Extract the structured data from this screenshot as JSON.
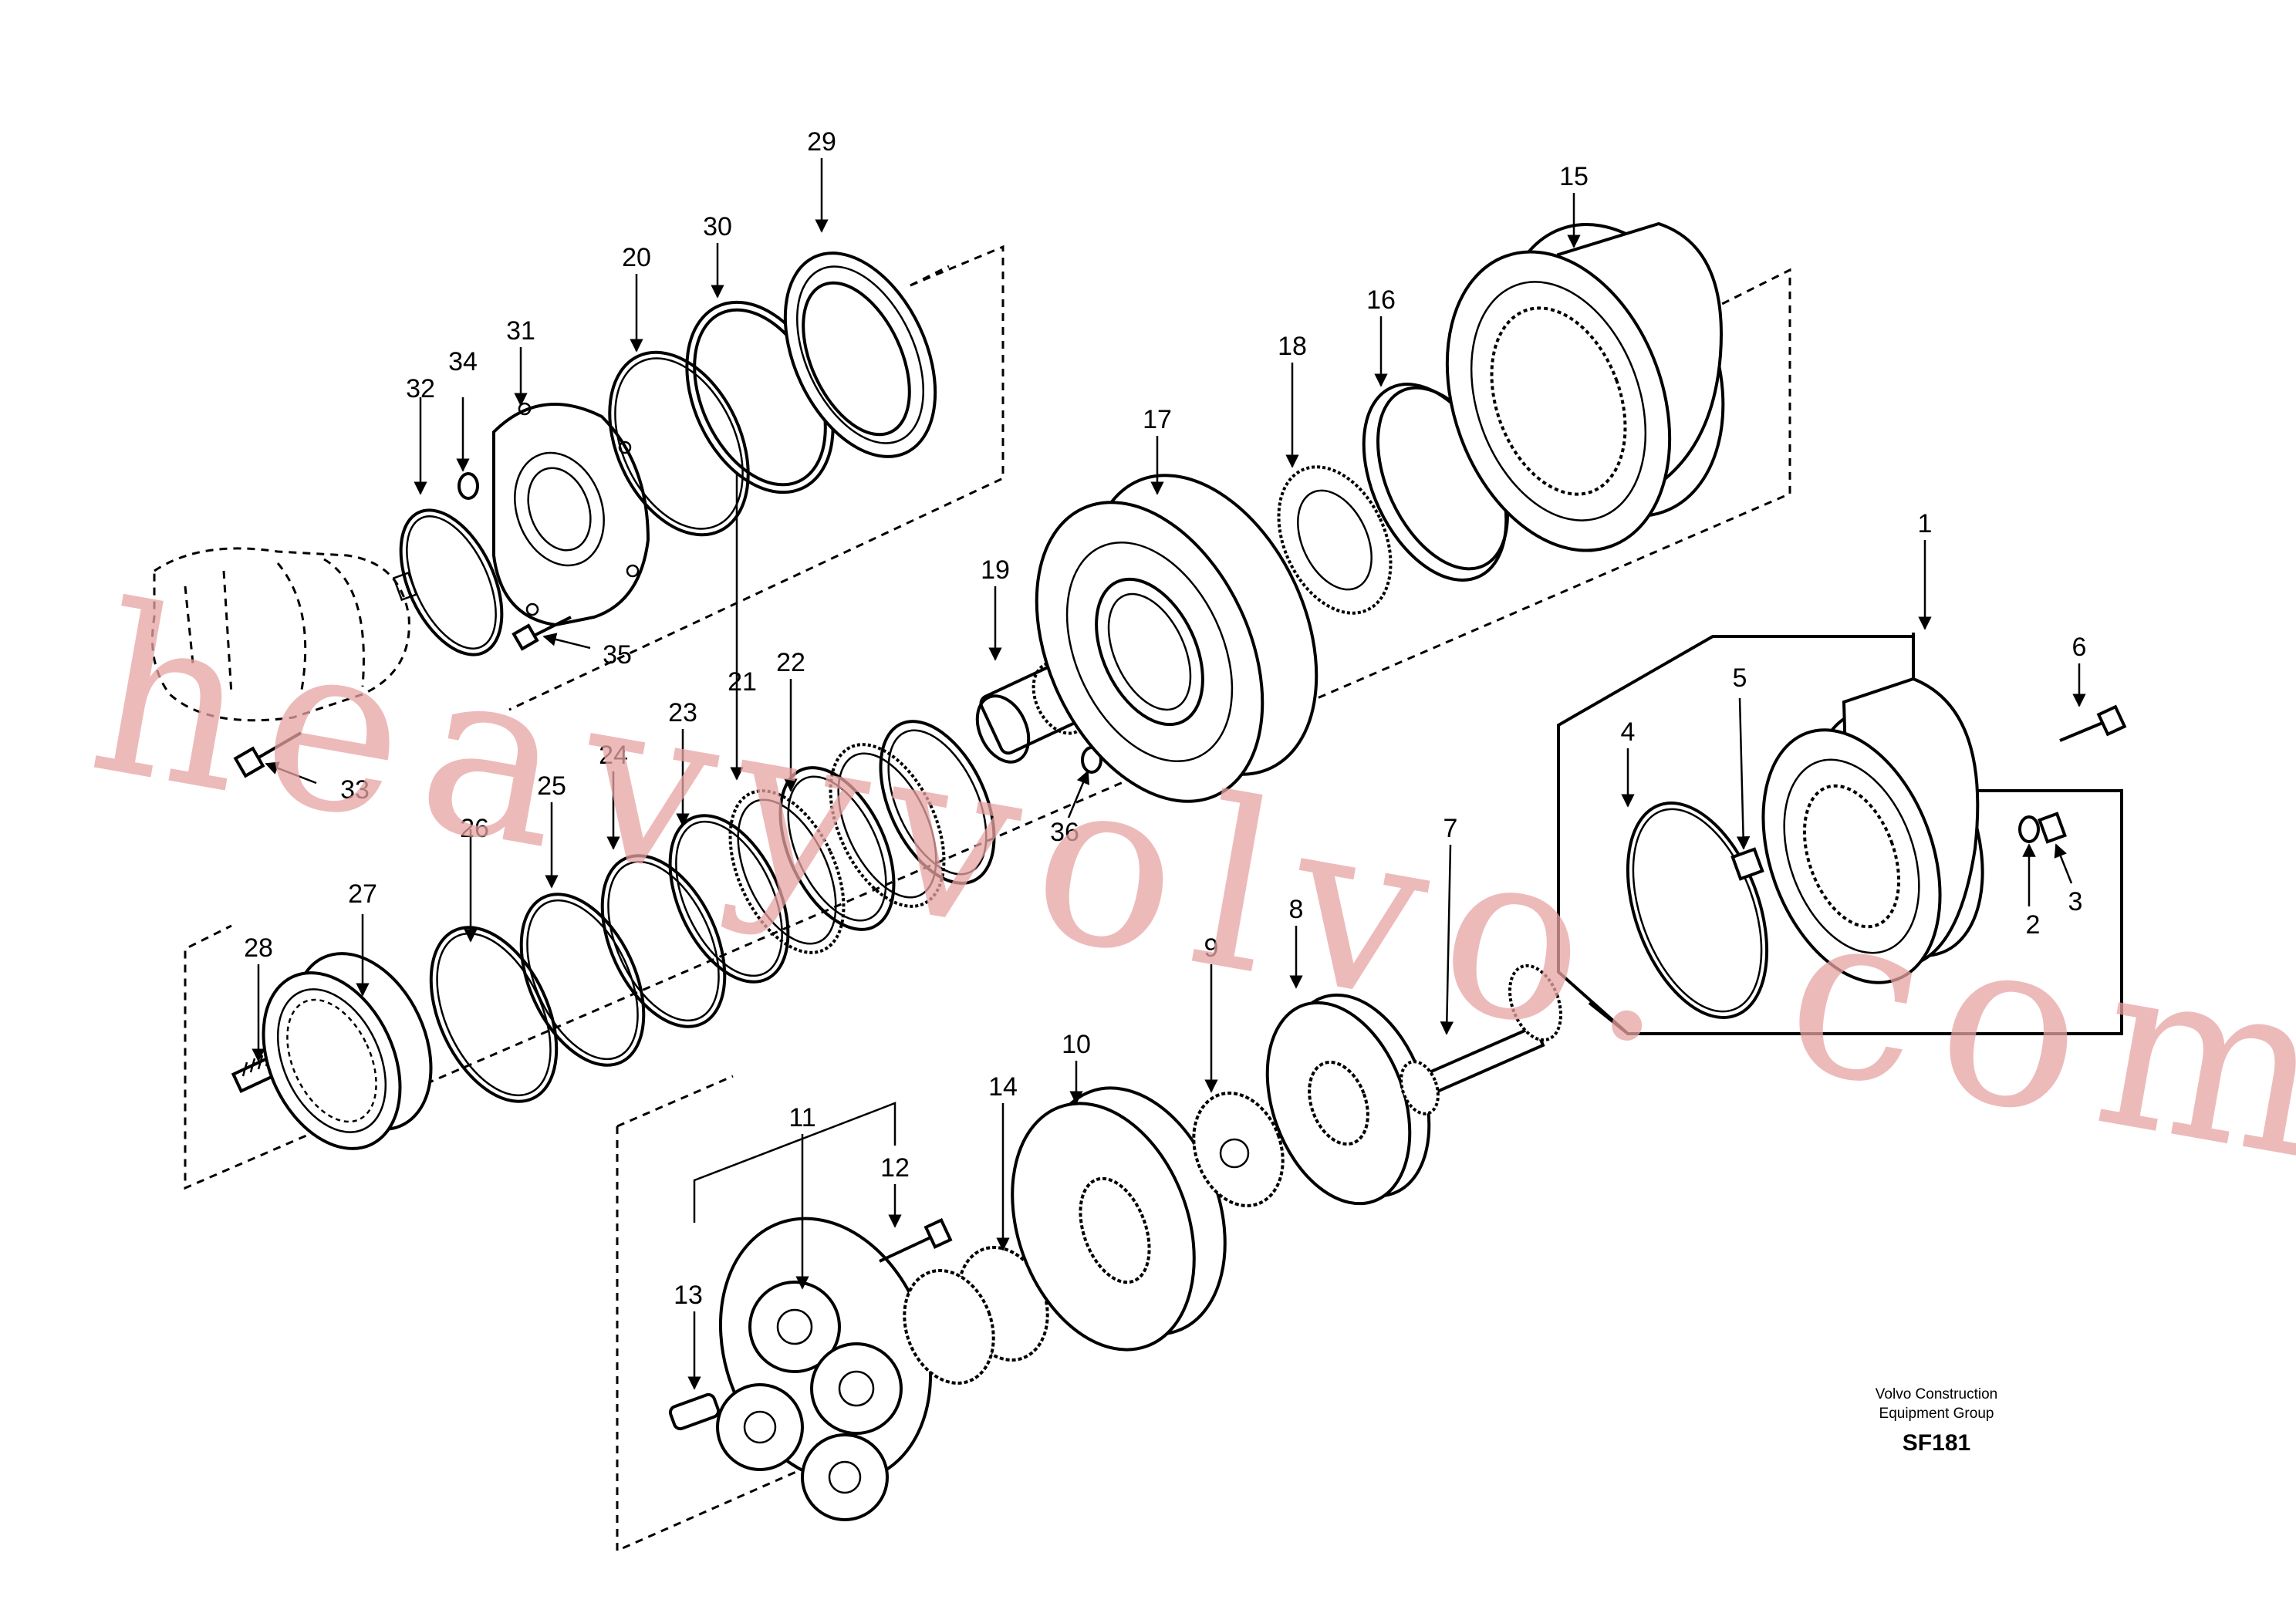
{
  "watermark": "heavyvolvo. com",
  "footer": {
    "company_line1": "Volvo Construction",
    "company_line2": "Equipment Group",
    "diagram_code": "SF181"
  },
  "callouts": {
    "c1": "1",
    "c2": "2",
    "c3": "3",
    "c4": "4",
    "c5": "5",
    "c6": "6",
    "c7": "7",
    "c8": "8",
    "c9": "9",
    "c10": "10",
    "c11": "11",
    "c12": "12",
    "c13": "13",
    "c14": "14",
    "c15": "15",
    "c16": "16",
    "c17": "17",
    "c18": "18",
    "c19": "19",
    "c20": "20",
    "c21": "21",
    "c22": "22",
    "c23": "23",
    "c24": "24",
    "c25": "25",
    "c26": "26",
    "c27": "27",
    "c28": "28",
    "c29": "29",
    "c30": "30",
    "c31": "31",
    "c32": "32",
    "c33": "33",
    "c34": "34",
    "c35": "35",
    "c36": "36"
  }
}
